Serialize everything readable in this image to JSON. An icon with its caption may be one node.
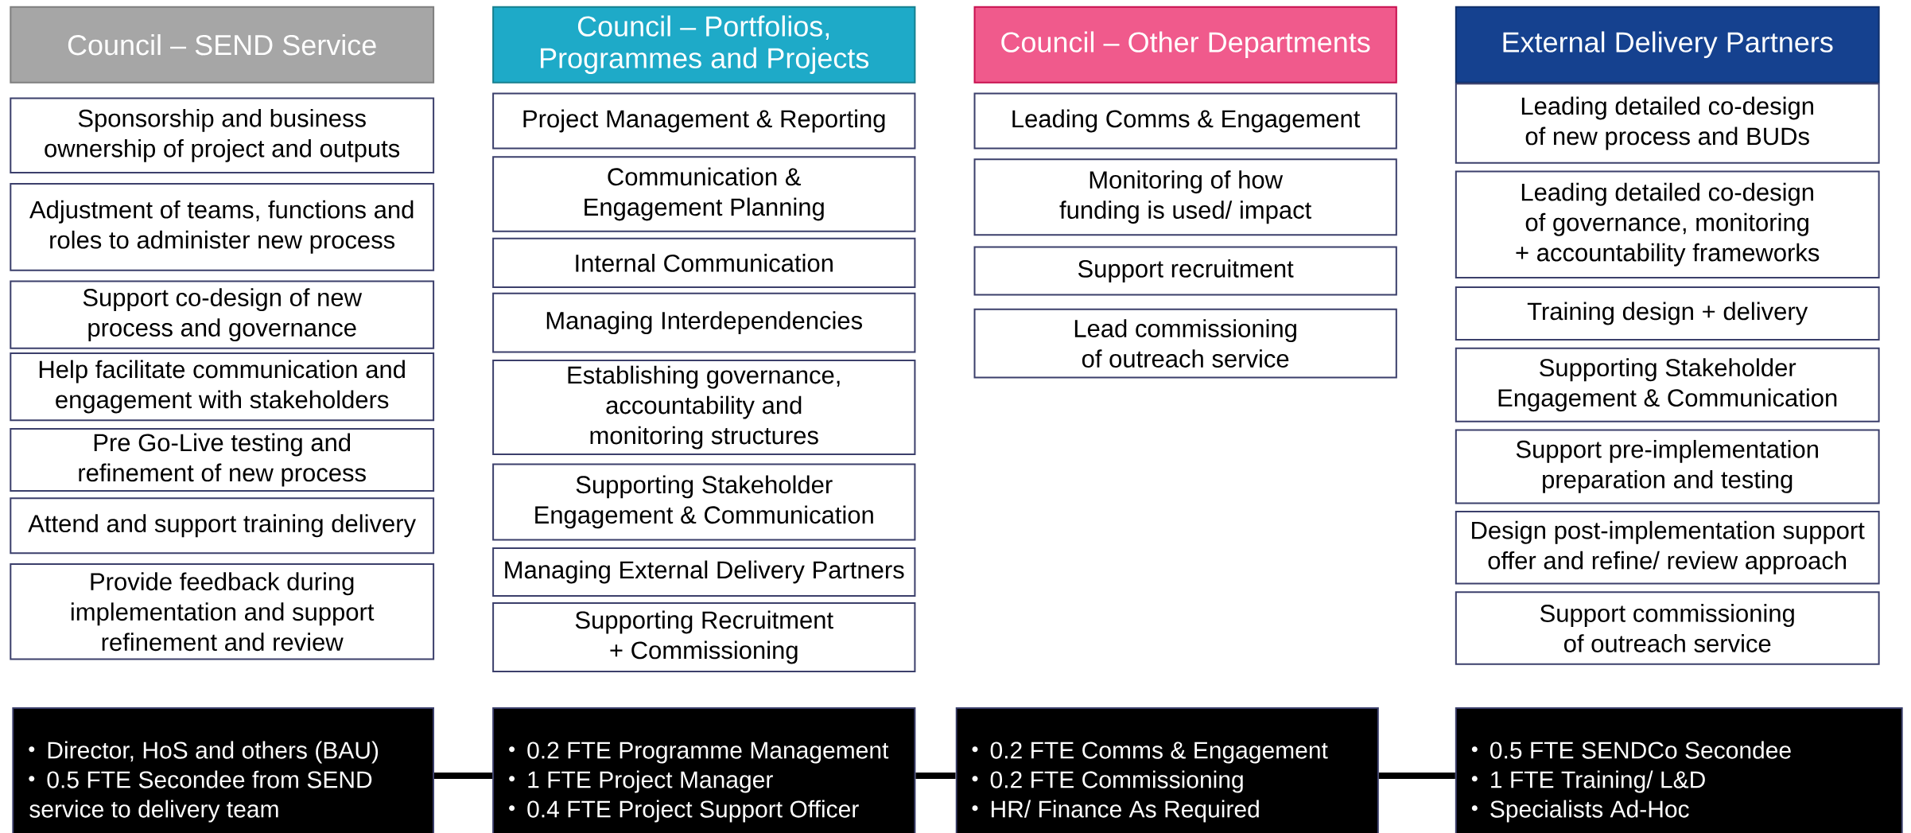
{
  "diagram": {
    "nodes": [
      {
        "text": [
          "Council – SEND Service"
        ]
      },
      {
        "text": [
          "Sponsorship and business ownership of project and outputs"
        ]
      },
      {
        "text": [
          "Adjustment of teams, functions and roles to administer new process"
        ]
      },
      {
        "text": [
          "Support co-design of new process and governance"
        ]
      },
      {
        "text": [
          "Help facilitate communication and engagement with stakeholders"
        ]
      },
      {
        "text": [
          "Pre Go-Live testing and refinement of new process"
        ]
      },
      {
        "text": [
          "Attend and support training delivery"
        ]
      },
      {
        "text": [
          "Provide feedback during implementation and support refinement and review"
        ]
      },
      {
        "text": [
          "Council – Portfolios, Programmes and Projects"
        ]
      },
      {
        "text": [
          "Project Management & Reporting"
        ]
      },
      {
        "text": [
          "Communication & Engagement Planning"
        ]
      },
      {
        "text": [
          "Internal Communication"
        ]
      },
      {
        "text": [
          "Managing Interdependencies"
        ]
      },
      {
        "text": [
          "Establishing governance, accountability and monitoring structures"
        ]
      },
      {
        "text": [
          "Supporting Stakeholder Engagement & Communication"
        ]
      },
      {
        "text": [
          "Managing External Delivery Partners"
        ]
      },
      {
        "text": [
          "Supporting Recruitment + Commissioning"
        ]
      },
      {
        "text": [
          "Council – Other Departments"
        ]
      },
      {
        "text": [
          "Leading Comms & Engagement"
        ]
      },
      {
        "text": [
          "Monitoring of how funding is used/ impact"
        ]
      },
      {
        "text": [
          "Support recruitment"
        ]
      },
      {
        "text": [
          "Lead commissioning of outreach service"
        ]
      },
      {
        "text": [
          "External Delivery Partners"
        ]
      },
      {
        "text": [
          "Leading detailed co-design of new process and BUDs"
        ]
      },
      {
        "text": [
          "Leading detailed co-design of governance, monitoring + accountability frameworks"
        ]
      },
      {
        "text": [
          "Training design + delivery"
        ]
      },
      {
        "text": [
          "Supporting Stakeholder Engagement & Communication"
        ]
      },
      {
        "text": [
          "Support pre-implementation preparation and testing"
        ]
      },
      {
        "text": [
          "Design post-implementation support offer and refine/ review approach"
        ]
      },
      {
        "text": [
          "Support commissioning of outreach service"
        ]
      },
      {
        "text": [
          "Director, HoS and others (BAU)",
          "0.5 FTE Secondee from SEND service to delivery team"
        ]
      },
      {
        "text": [
          "0.2 FTE Programme Management",
          "1 FTE Project Manager",
          "0.4 FTE Project Support Officer"
        ]
      },
      {
        "text": [
          "0.2 FTE Comms & Engagement",
          "0.2 FTE Commissioning",
          "HR/ Finance As Required"
        ]
      },
      {
        "text": [
          "0.5 FTE SENDCo Secondee",
          "1 FTE Training/ L&D",
          "Specialists Ad-Hoc"
        ]
      }
    ],
    "edges": [
      {
        "from": 30,
        "to": 31,
        "arrow": "none"
      },
      {
        "from": 31,
        "to": 32,
        "arrow": "none"
      },
      {
        "from": 32,
        "to": 33,
        "arrow": "none"
      }
    ]
  }
}
